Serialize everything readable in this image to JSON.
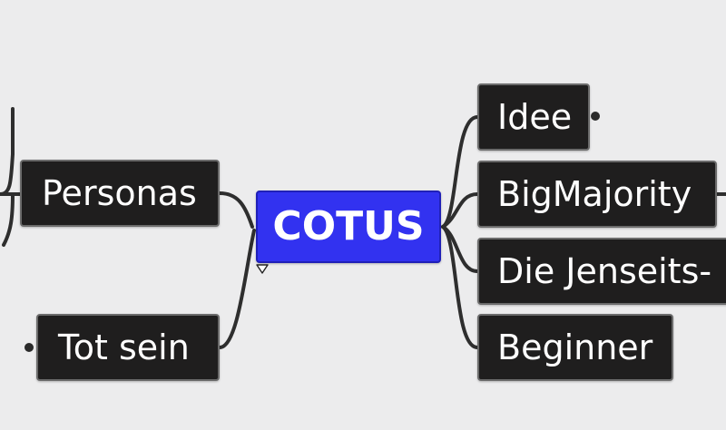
{
  "mindmap": {
    "central": {
      "label": "COTUS",
      "color": "#3232f0"
    },
    "left": [
      {
        "label": "Personas"
      },
      {
        "label": "Tot sein"
      }
    ],
    "right": [
      {
        "label": "Idee"
      },
      {
        "label": "BigMajority"
      },
      {
        "label": "Die Jenseits-"
      },
      {
        "label": "Beginner"
      }
    ],
    "colors": {
      "background": "#ececed",
      "topic_fill": "#1f1e1e",
      "topic_text": "#ffffff",
      "connector": "#2e2e2e"
    }
  }
}
